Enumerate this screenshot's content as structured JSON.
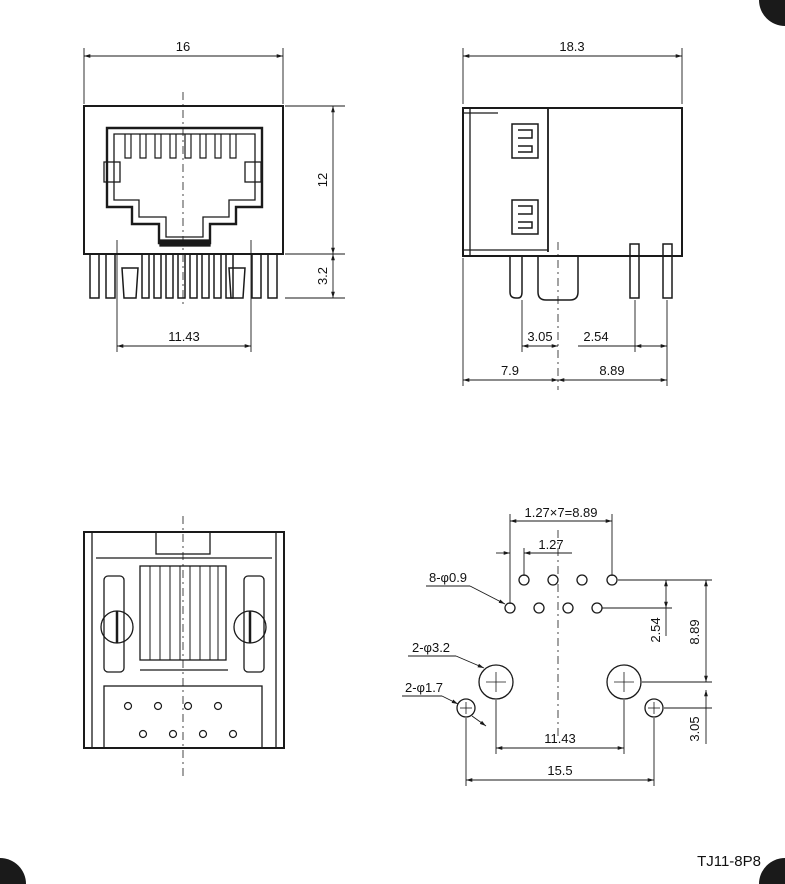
{
  "part_number": "TJ11-8P8",
  "front_view": {
    "width_label": "16",
    "height_label": "12",
    "pin_length_label": "3.2",
    "pin_span_label": "11.43"
  },
  "side_view": {
    "length_label": "18.3",
    "dim_a_label": "3.05",
    "dim_b_label": "2.54",
    "dim_c_label": "7.9",
    "dim_d_label": "8.89"
  },
  "footprint": {
    "pitch_total_label": "1.27×7=8.89",
    "pitch_label": "1.27",
    "signal_hole_label": "8-φ0.9",
    "mount_hole_label": "2-φ3.2",
    "small_hole_label": "2-φ1.7",
    "row_spacing_label": "2.54",
    "signal_to_mount_label": "8.89",
    "mount_span_label": "11.43",
    "small_span_label": "15.5",
    "mount_offset_label": "3.05"
  },
  "colors": {
    "line": "#1a1a1a",
    "background": "#ffffff"
  }
}
